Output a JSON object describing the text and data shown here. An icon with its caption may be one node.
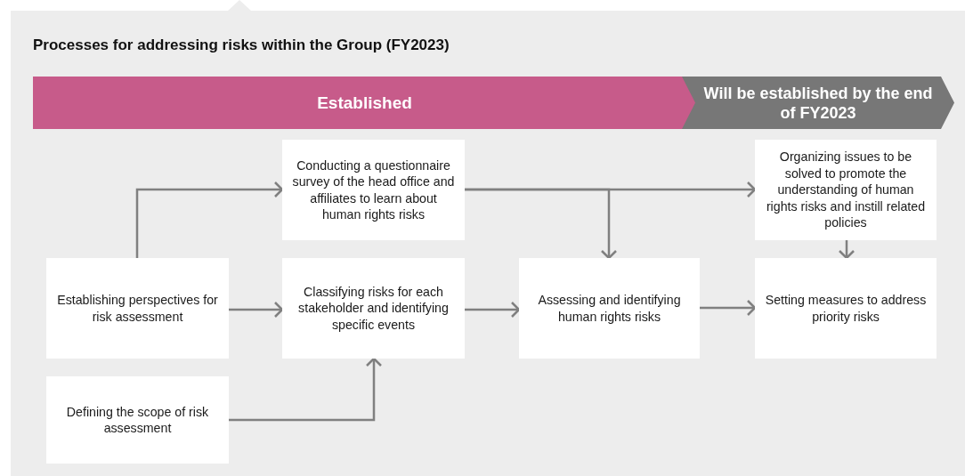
{
  "diagram": {
    "title": "Processes for addressing risks within the Group (FY2023)",
    "nodes": [
      {
        "text": [
          "Established"
        ]
      },
      {
        "text": [
          "Will be established by the end of FY2023"
        ]
      },
      {
        "text": [
          "Conducting a questionnaire survey of the head office and affiliates to learn about human rights risks"
        ]
      },
      {
        "text": [
          "Establishing perspectives for risk assessment"
        ]
      },
      {
        "text": [
          "Classifying risks for each stakeholder and identifying specific events"
        ]
      },
      {
        "text": [
          "Defining the scope of risk assessment"
        ]
      },
      {
        "text": [
          "Assessing and identifying human rights risks"
        ]
      },
      {
        "text": [
          "Organizing issues to be solved to promote the understanding of human rights risks and instill related policies"
        ]
      },
      {
        "text": [
          "Setting measures to address priority risks"
        ]
      }
    ],
    "edges": [
      {
        "from": 3,
        "to": 2,
        "arrow": "to"
      },
      {
        "from": 3,
        "to": 4,
        "arrow": "to"
      },
      {
        "from": 5,
        "to": 4,
        "arrow": "to"
      },
      {
        "from": 2,
        "to": 7,
        "arrow": "to"
      },
      {
        "from": 2,
        "to": 6,
        "arrow": "to"
      },
      {
        "from": 4,
        "to": 6,
        "arrow": "to"
      },
      {
        "from": 7,
        "to": 8,
        "arrow": "to"
      },
      {
        "from": 6,
        "to": 8,
        "arrow": "to"
      }
    ]
  }
}
